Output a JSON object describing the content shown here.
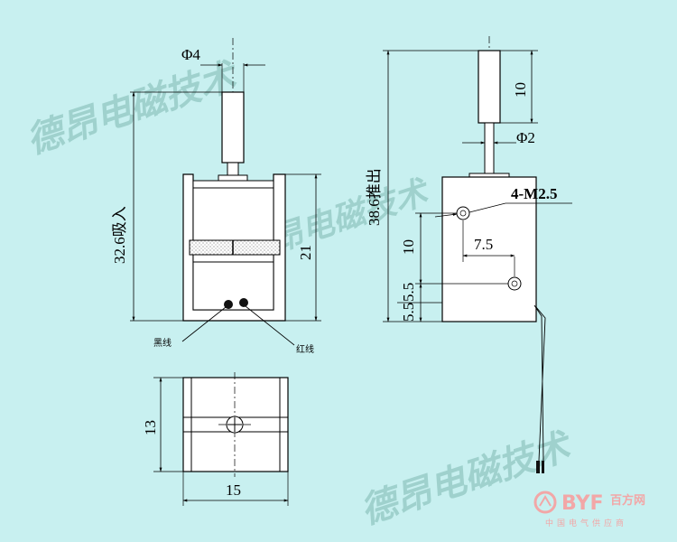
{
  "watermarks": [
    "德昂电磁技术",
    "德昂电磁技术",
    "德昂电磁技术"
  ],
  "logo": {
    "brand": "BYF",
    "cn": "百方网",
    "tagline": "中国电气供应商"
  },
  "front_view": {
    "shaft_diameter": "Φ4",
    "stroke_height": "32.6吸入",
    "body_height": "21",
    "wire_black": "黑线",
    "wire_red": "红线"
  },
  "side_view": {
    "total_height": "38.6推出",
    "plunger_length": "10",
    "shaft_diameter": "Φ2",
    "mount_holes": "4-M2.5",
    "hole_spacing_h": "7.5",
    "hole_spacing_v": "10",
    "hole_offset": "5.5",
    "bottom_offset": "5.5"
  },
  "bottom_view": {
    "depth": "13",
    "width": "15"
  }
}
